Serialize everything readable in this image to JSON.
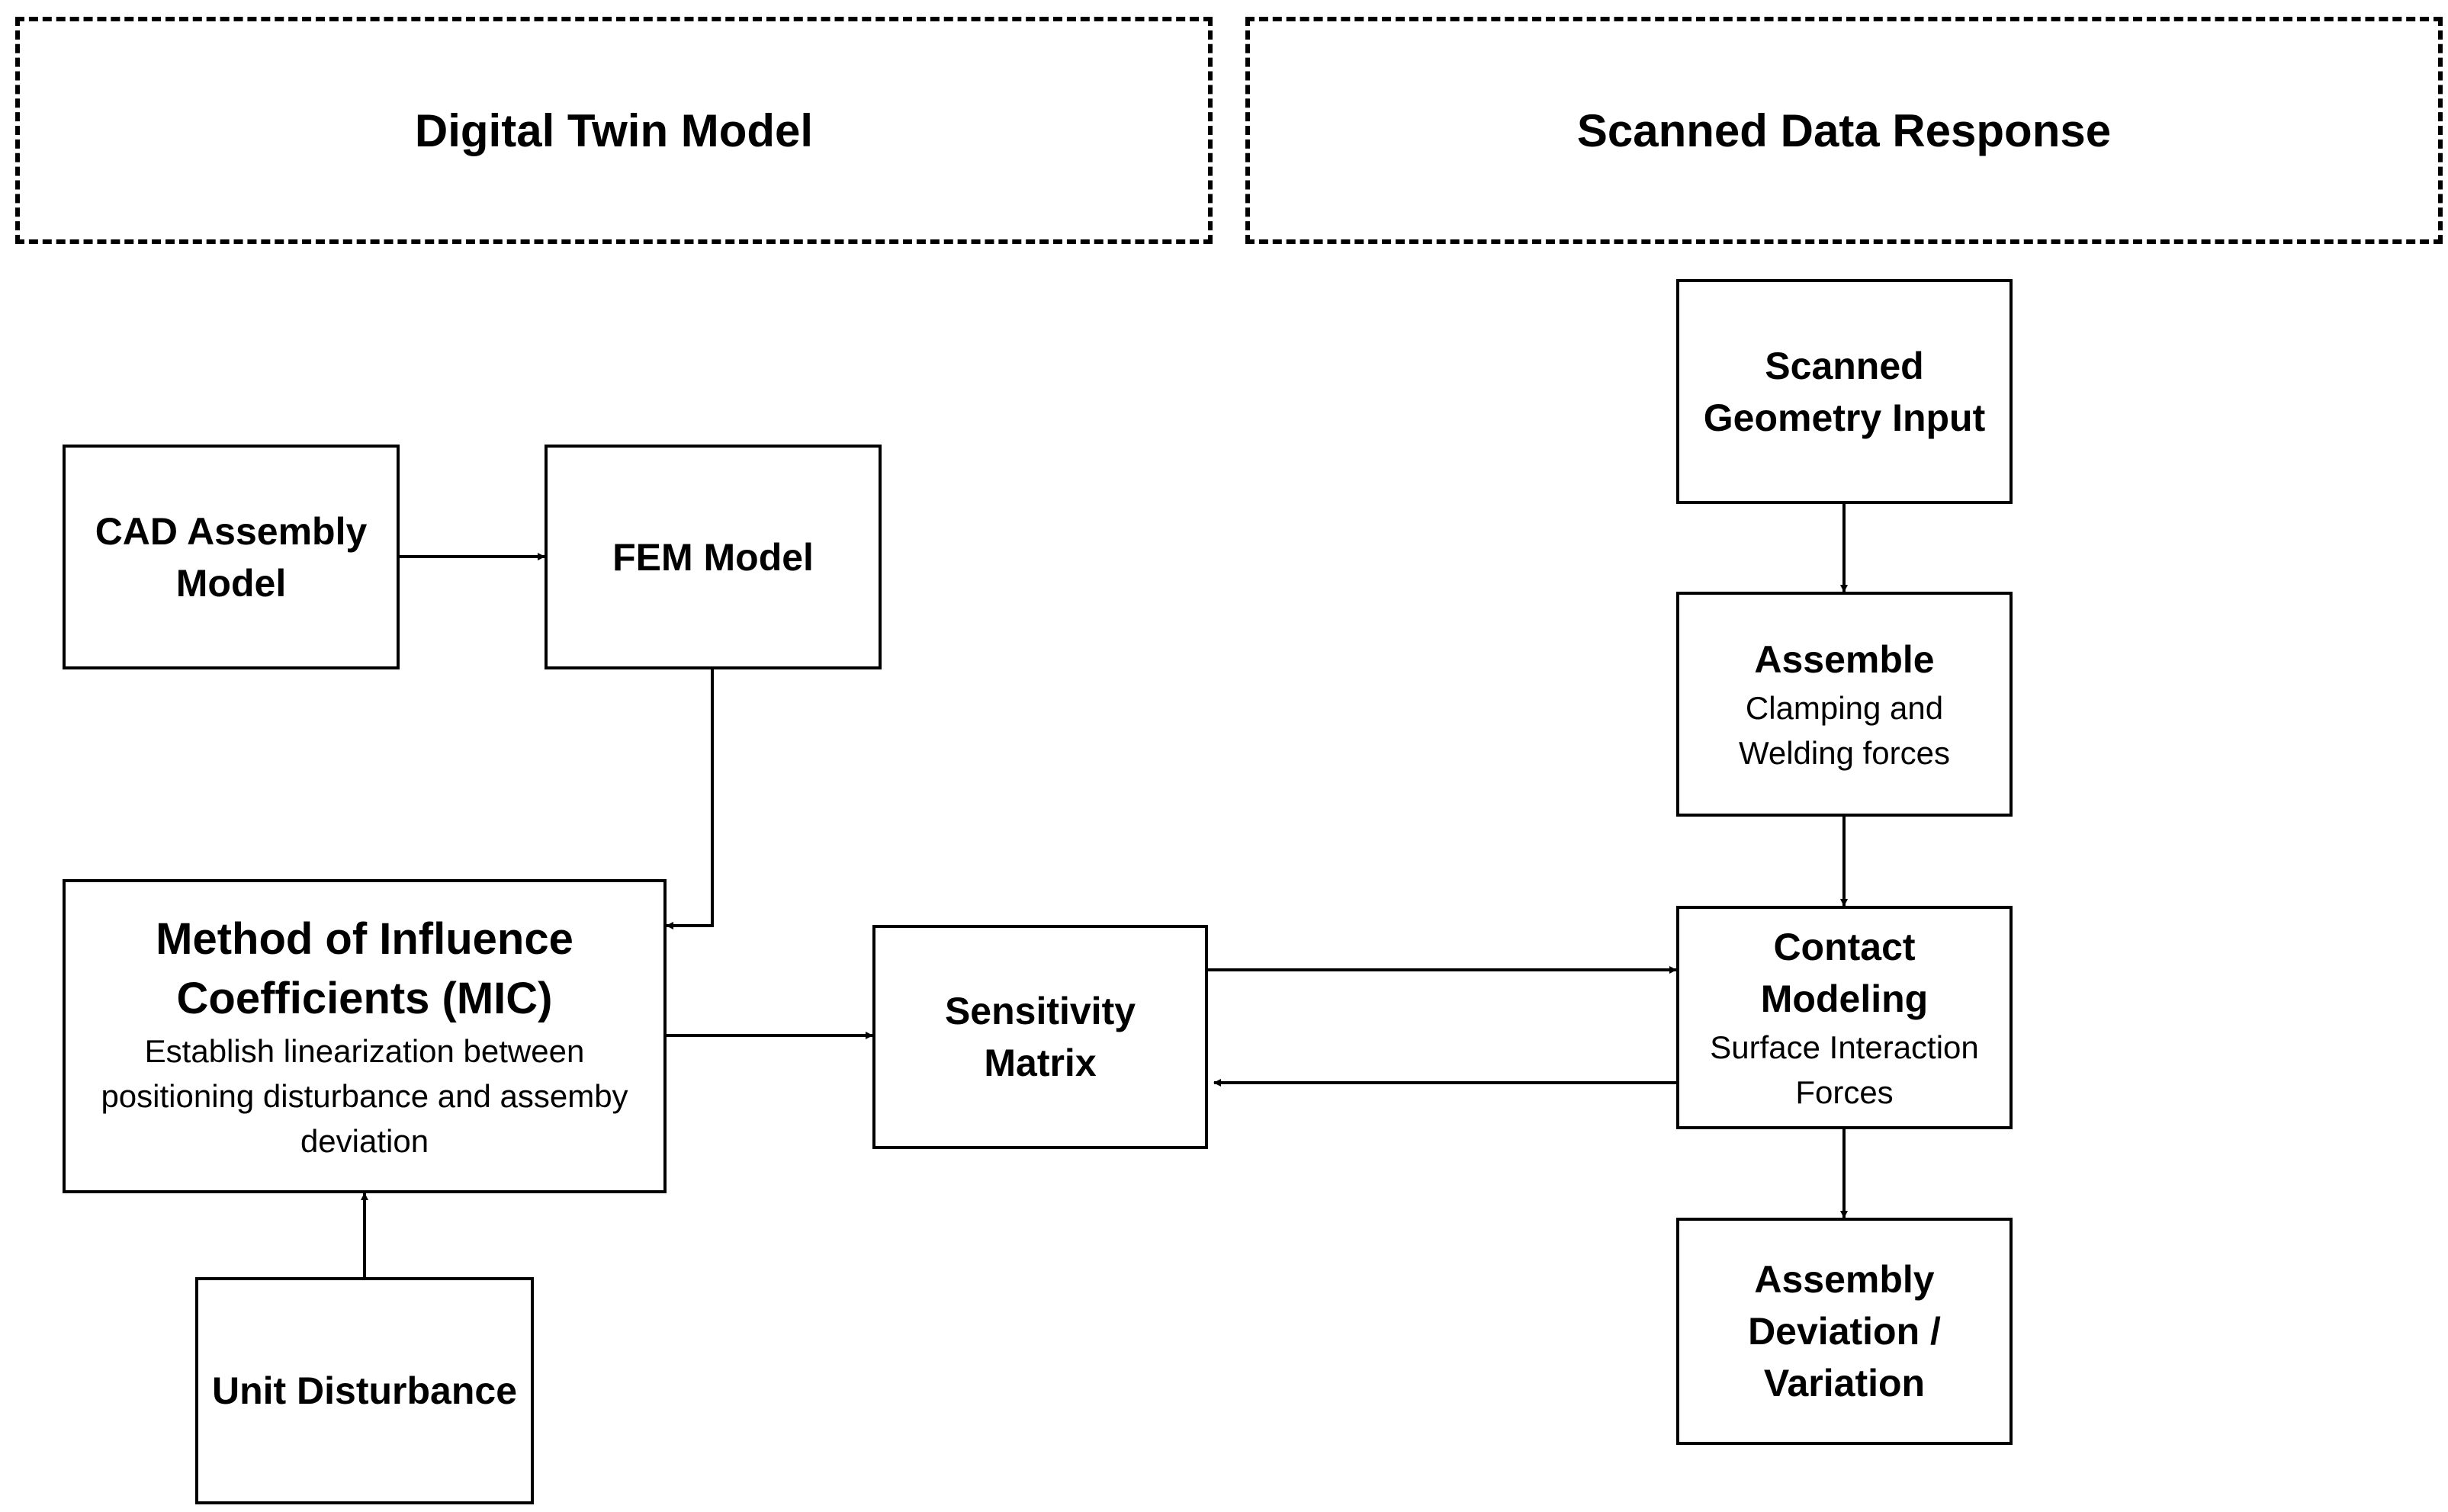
{
  "headers": {
    "left": "Digital Twin Model",
    "right": "Scanned Data Response"
  },
  "nodes": {
    "cad_assembly": {
      "title": "CAD Assembly\nModel"
    },
    "fem_model": {
      "title": "FEM Model"
    },
    "mic": {
      "title": "Method of Influence\nCoefficients (MIC)",
      "description": "Establish linearization between\npositioning disturbance and assemby\ndeviation"
    },
    "unit_disturbance": {
      "title": "Unit Disturbance"
    },
    "sensitivity_matrix": {
      "title": "Sensitivity\nMatrix"
    },
    "scanned_geometry": {
      "title": "Scanned\nGeometry Input"
    },
    "assemble": {
      "title": "Assemble",
      "description": "Clamping and\nWelding forces"
    },
    "contact_modeling": {
      "title": "Contact\nModeling",
      "description": "Surface Interaction\nForces"
    },
    "assembly_deviation": {
      "title": "Assembly\nDeviation /\nVariation"
    }
  }
}
